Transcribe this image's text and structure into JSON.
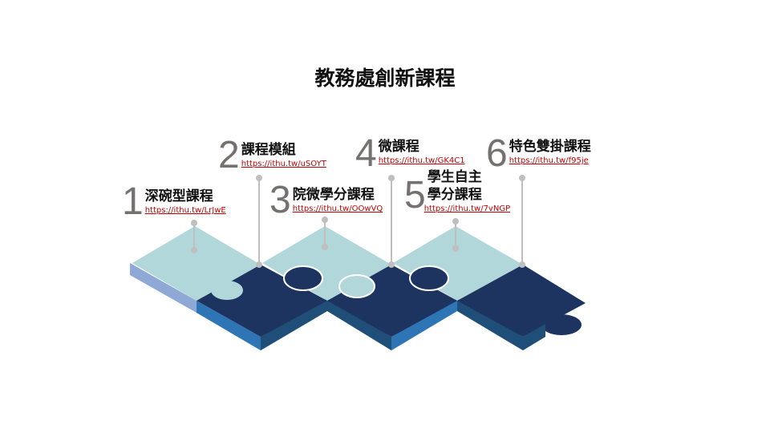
{
  "title": "教務處創新課程",
  "items": [
    {
      "num": "1",
      "label": "深碗型課程",
      "url": "https://ithu.tw/LrJwE"
    },
    {
      "num": "2",
      "label": "課程模組",
      "url": "https://ithu.tw/uSOYT"
    },
    {
      "num": "3",
      "label": "院微學分課程",
      "url": "https://ithu.tw/OOwVQ"
    },
    {
      "num": "4",
      "label": "微課程",
      "url": "https://ithu.tw/GK4C1"
    },
    {
      "num": "5",
      "label": "學生自主",
      "label2": "學分課程",
      "url": "https://ithu.tw/7vNGP"
    },
    {
      "num": "6",
      "label": "特色雙掛課程",
      "url": "https://ithu.tw/f95je"
    }
  ],
  "colors": {
    "light": "#b1d7db",
    "dark": "#1d3461",
    "side_blue": "#2e75b6",
    "side_dark": "#1f4e79",
    "side_light": "#8fa9d6"
  }
}
